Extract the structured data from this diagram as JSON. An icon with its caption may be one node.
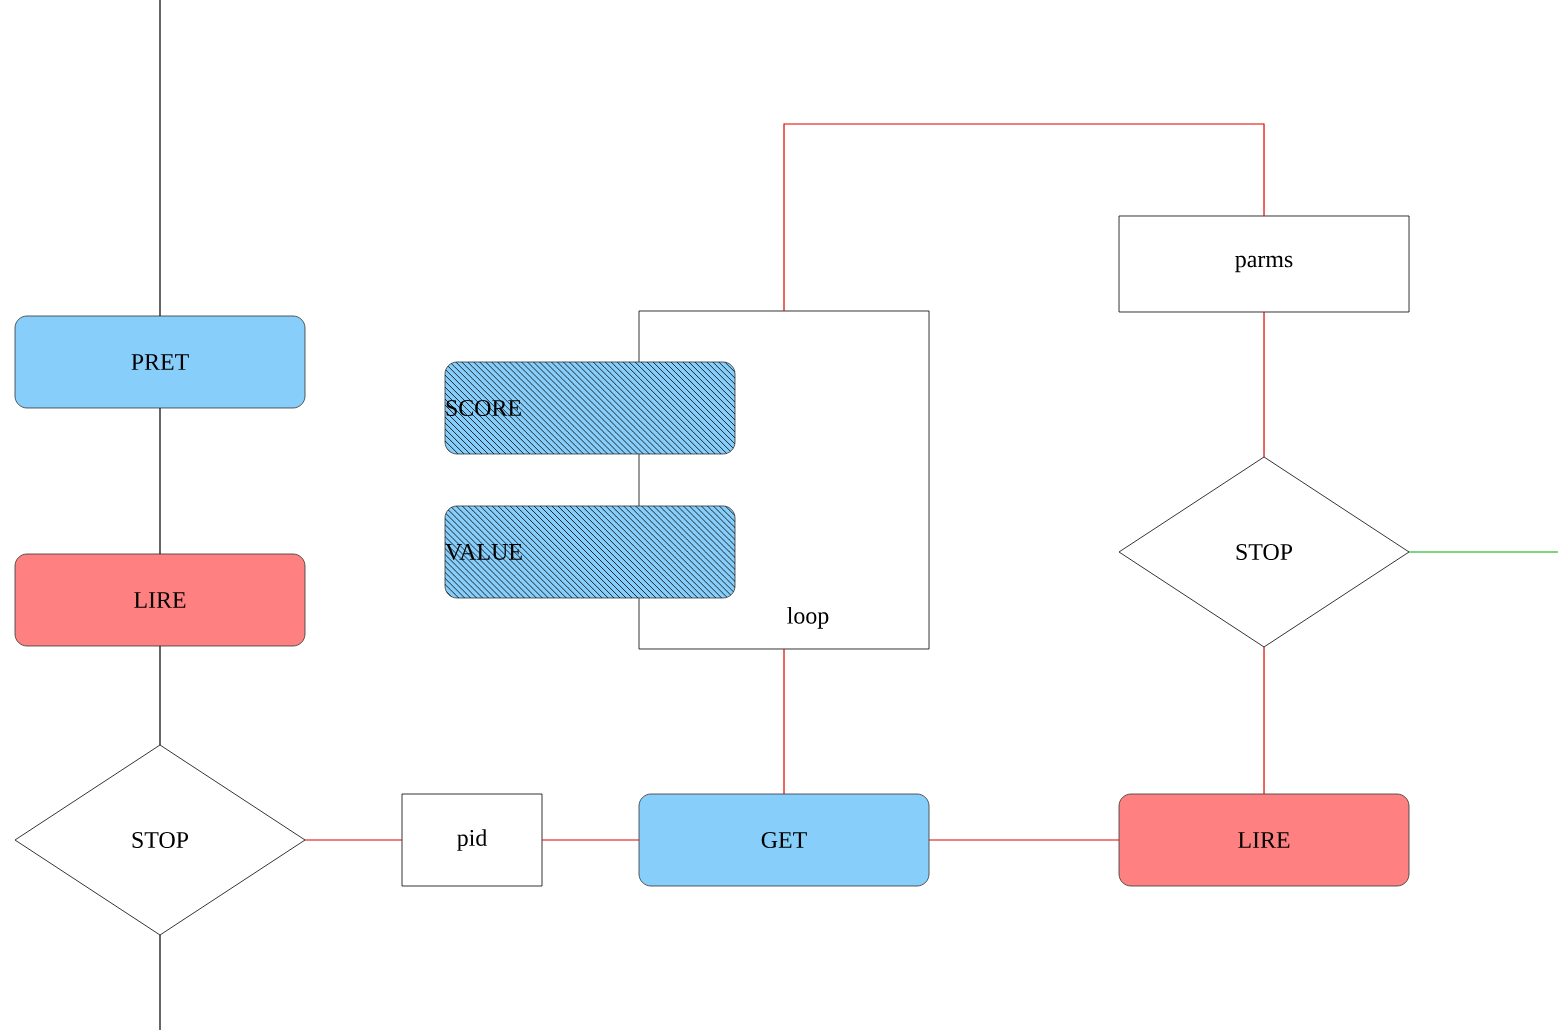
{
  "diagram": {
    "nodes": [
      {
        "text": [
          "PRET"
        ]
      },
      {
        "text": [
          "LIRE"
        ]
      },
      {
        "text": [
          "STOP"
        ]
      },
      {
        "text": [
          "pid"
        ]
      },
      {
        "text": [
          "GET"
        ]
      },
      {
        "text": [
          "LIRE"
        ]
      },
      {
        "text": [
          "loop"
        ]
      },
      {
        "text": [
          "SCORE"
        ]
      },
      {
        "text": [
          "VALUE"
        ]
      },
      {
        "text": [
          "STOP"
        ]
      },
      {
        "text": [
          "parms"
        ]
      }
    ],
    "edges": [
      {
        "from": null,
        "to": 0,
        "arrow": "none",
        "color": "#000000"
      },
      {
        "from": 0,
        "to": 1,
        "arrow": "none",
        "color": "#000000"
      },
      {
        "from": 1,
        "to": 2,
        "arrow": "none",
        "color": "#000000"
      },
      {
        "from": 2,
        "to": null,
        "arrow": "none",
        "color": "#000000"
      },
      {
        "from": 2,
        "to": 3,
        "arrow": "none"
      },
      {
        "from": 3,
        "to": 4,
        "arrow": "none"
      },
      {
        "from": 4,
        "to": 5,
        "arrow": "none"
      },
      {
        "from": 4,
        "to": 6,
        "arrow": "none"
      },
      {
        "from": 5,
        "to": 9,
        "arrow": "none"
      },
      {
        "from": 9,
        "to": 10,
        "arrow": "none"
      },
      {
        "from": 10,
        "to": 6,
        "arrow": "none"
      },
      {
        "from": 9,
        "to": null,
        "arrow": "none",
        "color": "#00aa00"
      }
    ]
  }
}
